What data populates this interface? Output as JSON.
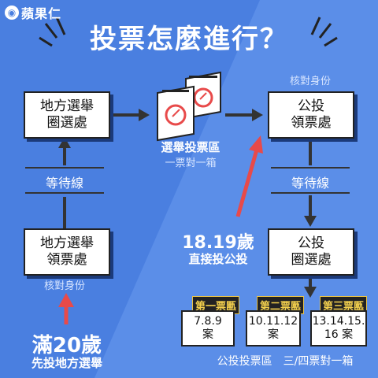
{
  "logo": {
    "mark": "◉",
    "text": "蘋果仁"
  },
  "title": "投票怎麼進行？",
  "boxes": {
    "local_select": {
      "line1": "地方選舉",
      "line2": "圈選處"
    },
    "local_receive": {
      "line1": "地方選舉",
      "line2": "領票處"
    },
    "ref_receive": {
      "line1": "公投",
      "line2": "領票處"
    },
    "ref_select": {
      "line1": "公投",
      "line2": "圈選處"
    }
  },
  "labels": {
    "wait_left": "等待線",
    "wait_right": "等待線",
    "id_check_left": "核對身份",
    "id_check_right": "核對身份",
    "election_area_line1": "選舉投票區",
    "election_area_line2": "一票對一箱",
    "ref_area": "公投投票區　三/四票對一箱"
  },
  "callouts": {
    "age20_big": "滿20歲",
    "age20_small": "先投地方選舉",
    "age18_big": "18.19歲",
    "age18_small": "直接投公投"
  },
  "ballot_boxes": [
    {
      "tag": "第一票匭",
      "line1": "7.8.9",
      "line2": "案"
    },
    {
      "tag": "第二票匭",
      "line1": "10.11.12",
      "line2": "案"
    },
    {
      "tag": "第三票匭",
      "line1": "13.14.15.",
      "line2": "16 案"
    }
  ],
  "colors": {
    "background": "#4a7fe0",
    "accent_red": "#e84a4a",
    "arrow": "#333333"
  }
}
